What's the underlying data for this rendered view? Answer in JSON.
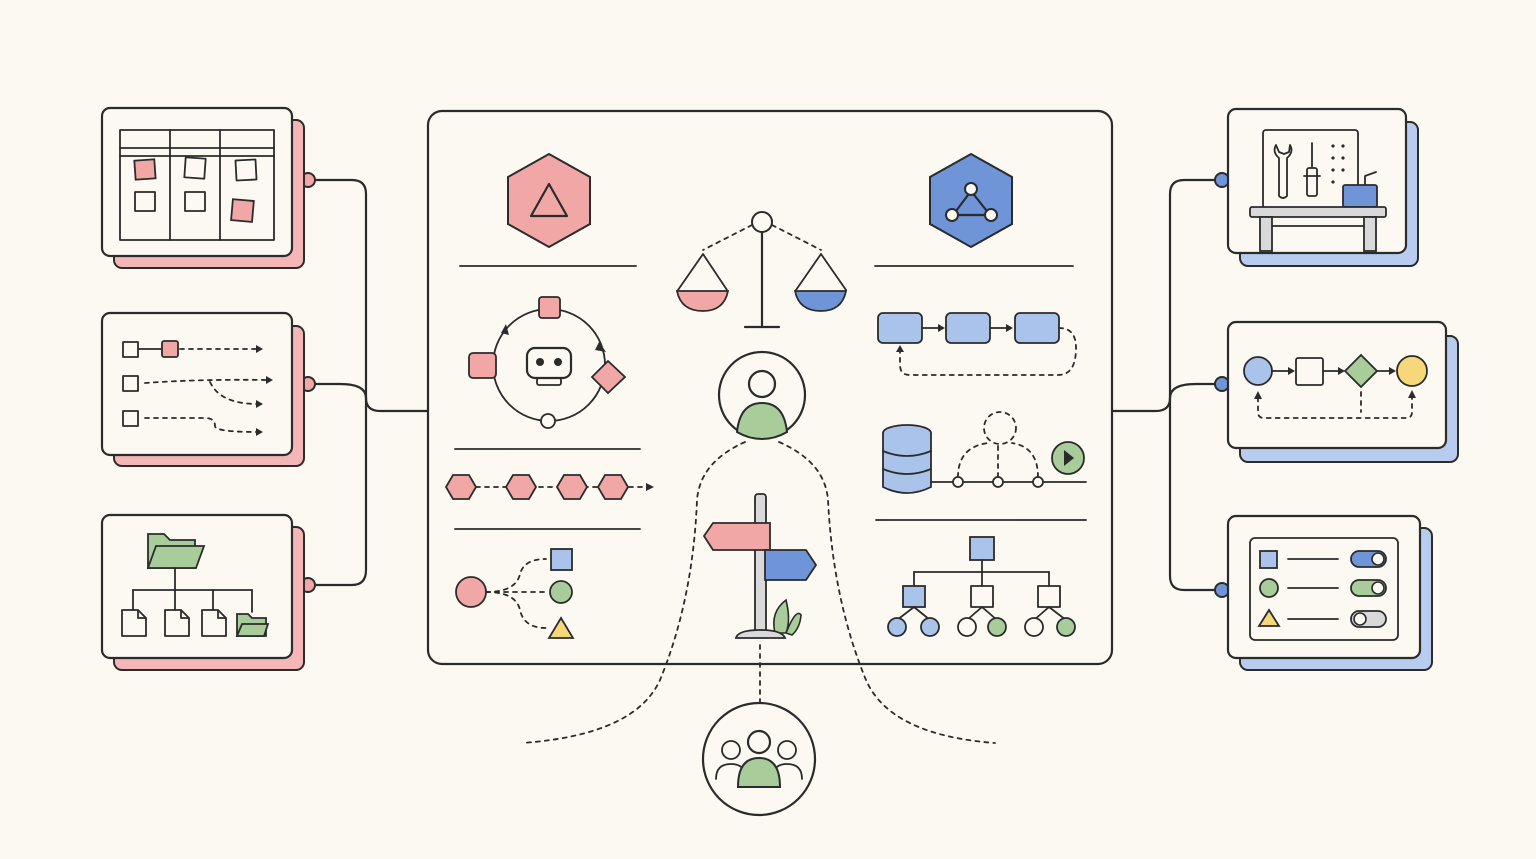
{
  "colors": {
    "background": "#fbf9f2",
    "ink": "#2b2b2b",
    "red": "#f2a7a7",
    "red_stack": "#f4b6b6",
    "blue": "#aac3ea",
    "blue_strong": "#6f94d8",
    "blue_stack": "#b7ccef",
    "green": "#a8cc9a",
    "yellow": "#f6d87a",
    "gray": "#d9d9d9"
  },
  "left_cards": [
    {
      "name": "kanban-board",
      "icon": "kanban-board-icon"
    },
    {
      "name": "task-dependency-list",
      "icon": "dependency-list-icon"
    },
    {
      "name": "folder-tree",
      "icon": "folder-tree-icon"
    }
  ],
  "right_cards": [
    {
      "name": "toolbench",
      "icon": "tools-workbench-icon"
    },
    {
      "name": "flowchart-loop",
      "icon": "flowchart-icon"
    },
    {
      "name": "settings-toggles",
      "icon": "toggle-list-icon"
    }
  ],
  "center_panel": {
    "left_column": [
      "red-hexagon-triangle-icon",
      "agent-cycle-icon",
      "hexagon-chain-icon",
      "branching-options-icon"
    ],
    "middle_column": [
      "balance-scale-icon",
      "user-avatar-icon",
      "signpost-icon"
    ],
    "right_column": [
      "blue-hexagon-network-icon",
      "pipeline-loop-icon",
      "database-flow-icon",
      "hierarchy-tree-icon"
    ]
  },
  "bottom": {
    "icon": "team-group-icon"
  }
}
